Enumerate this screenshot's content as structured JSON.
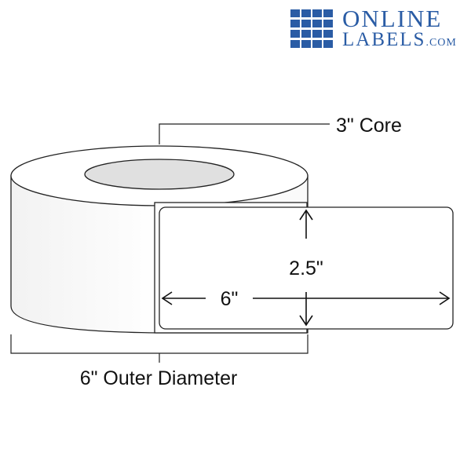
{
  "logo": {
    "word_top": "ONLINE",
    "word_bottom": "LABELS",
    "suffix": ".COM",
    "brand_color": "#2a5ca5"
  },
  "diagram": {
    "core_label": "3\" Core",
    "height_label": "2.5\"",
    "width_label": "6\"",
    "outer_label": "6\" Outer Diameter",
    "line_color": "#222222",
    "core_fill": "#e0e0e0",
    "roll_fill": "#ffffff"
  }
}
